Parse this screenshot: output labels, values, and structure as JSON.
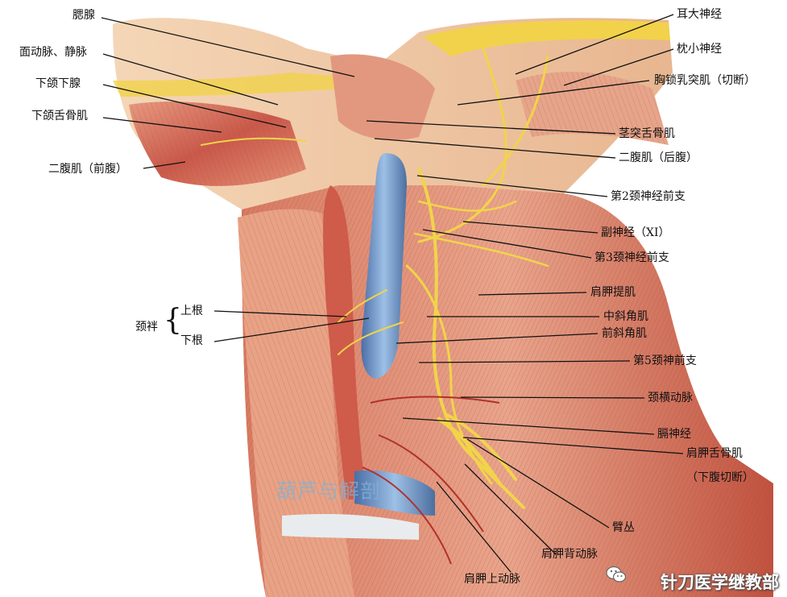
{
  "labels_left": {
    "parotid": "腮腺",
    "facial_vessels": "面动脉、静脉",
    "submandibular_gland": "下颌下腺",
    "mylohyoid": "下颌舌骨肌",
    "digastric_anterior": "二腹肌（前腹）"
  },
  "ansa_cervicalis": {
    "title": "颈袢",
    "brace": "{",
    "superior_root": "上根",
    "inferior_root": "下根"
  },
  "labels_right": {
    "great_auricular": "耳大神经",
    "lesser_occipital": "枕小神经",
    "scm_cut": "胸锁乳突肌（切断）",
    "stylohyoid": "茎突舌骨肌",
    "digastric_posterior": "二腹肌（后腹）",
    "c2_anterior": "第2颈神经前支",
    "accessory": "副神经（XI）",
    "c3_anterior": "第3颈神经前支",
    "levator_scapulae": "肩胛提肌",
    "scalenus_medius": "中斜角肌",
    "scalenus_anterior": "前斜角肌",
    "c5_anterior": "第5颈神前支",
    "transverse_cervical_artery": "颈横动脉",
    "phrenic": "膈神经",
    "omohyoid": "肩胛舌骨肌",
    "omohyoid_note": "（下腹切断）"
  },
  "labels_bottom": {
    "brachial_plexus": "臂丛",
    "dorsal_scapular": "肩胛背动脉",
    "suprascapular_artery": "肩胛上动脉"
  },
  "watermark": "葫芦与解剖",
  "brand": "针刀医学继教部",
  "brand_icon": "wechat-icon"
}
